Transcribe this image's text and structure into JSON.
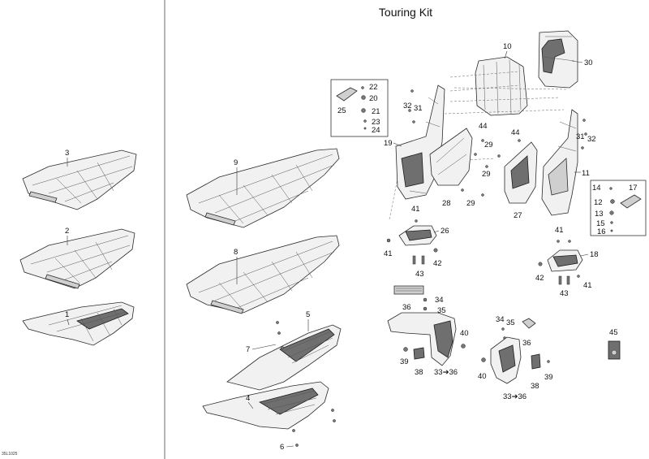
{
  "title": "Touring Kit",
  "doc_code": "35L1025",
  "callouts": {
    "c1": "1",
    "c2": "2",
    "c3": "3",
    "c4": "4",
    "c5": "5",
    "c6": "6",
    "c7": "7",
    "c8": "8",
    "c9": "9",
    "c10": "10",
    "c11": "11",
    "c12": "12",
    "c13": "13",
    "c14": "14",
    "c15": "15",
    "c16": "16",
    "c17": "17",
    "c18": "18",
    "c19": "19",
    "c20": "20",
    "c21": "21",
    "c22": "22",
    "c23": "23",
    "c24": "24",
    "c25": "25",
    "c26": "26",
    "c27": "27",
    "c28": "28",
    "c29a": "29",
    "c29b": "29",
    "c29c": "29",
    "c30": "30",
    "c31a": "31",
    "c31b": "31",
    "c32a": "32",
    "c32b": "32",
    "c33a": "33➔36",
    "c33b": "33➔36",
    "c34a": "34",
    "c34b": "34",
    "c35a": "35",
    "c35b": "35",
    "c36a": "36",
    "c36b": "36",
    "c38a": "38",
    "c38b": "38",
    "c39a": "39",
    "c39b": "39",
    "c40a": "40",
    "c40b": "40",
    "c41a": "41",
    "c41b": "41",
    "c41c": "41",
    "c41d": "41",
    "c42a": "42",
    "c42b": "42",
    "c43a": "43",
    "c43b": "43",
    "c44a": "44",
    "c44b": "44",
    "c45": "45"
  }
}
